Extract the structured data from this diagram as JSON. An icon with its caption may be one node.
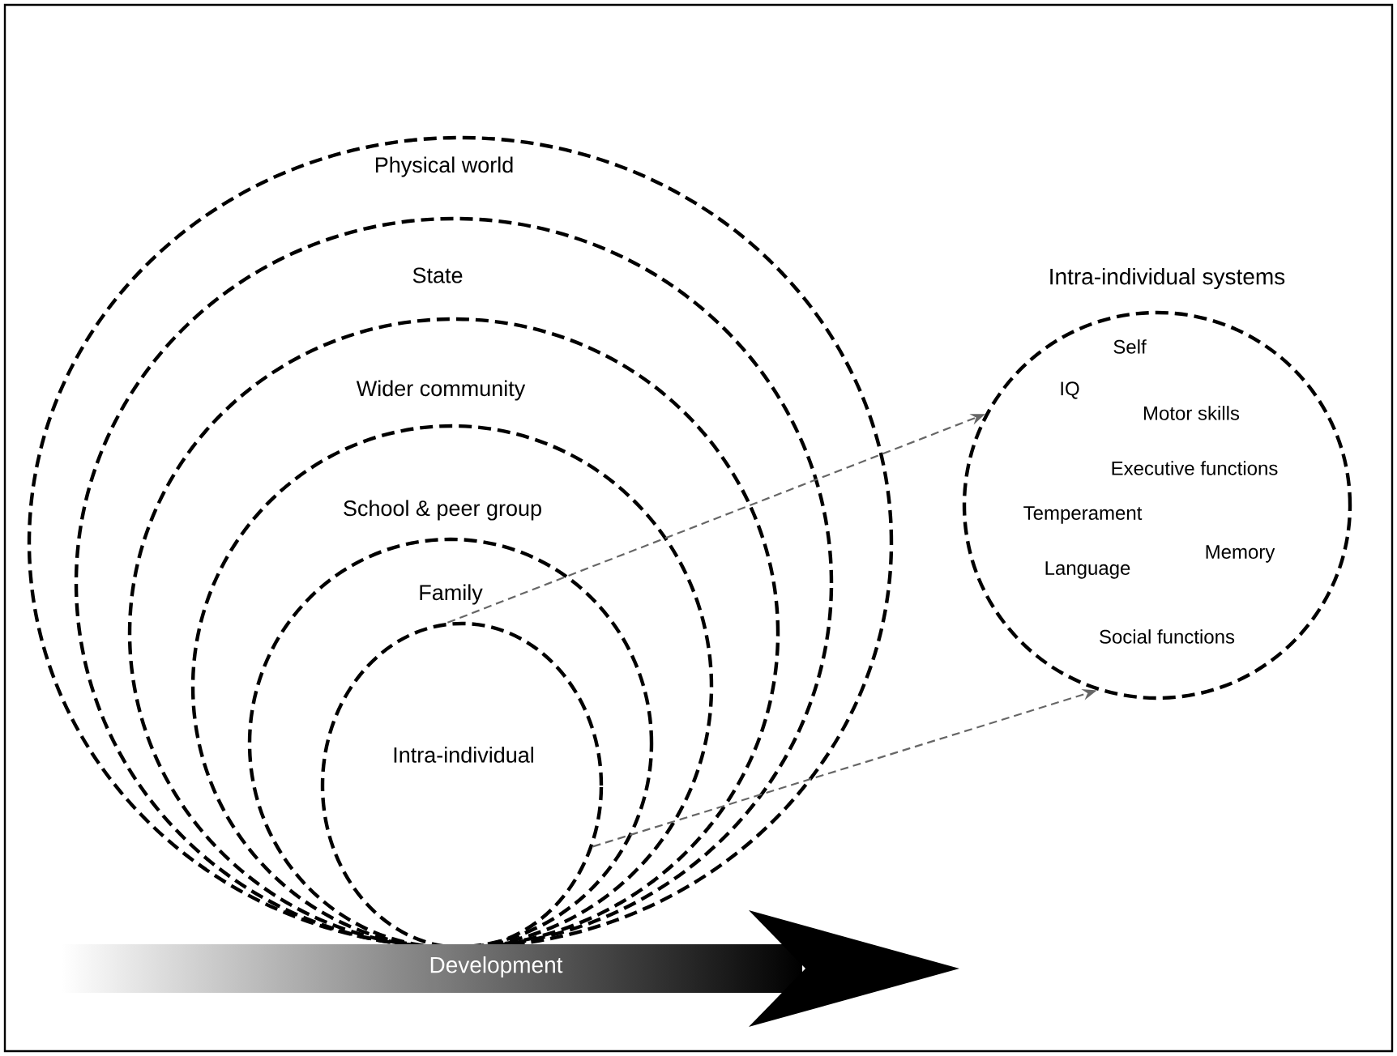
{
  "diagram": {
    "nodes": [
      {
        "text": [
          "Physical world"
        ]
      },
      {
        "text": [
          "State"
        ],
        "in": 0
      },
      {
        "text": [
          "Wider community"
        ],
        "in": 1
      },
      {
        "text": [
          "School & peer group"
        ],
        "in": 2
      },
      {
        "text": [
          "Family"
        ],
        "in": 3
      },
      {
        "text": [
          "Intra-individual"
        ],
        "in": 4
      },
      {
        "text": [
          "Intra-individual systems",
          "Self",
          "IQ",
          "Motor skills",
          "Executive functions",
          "Temperament",
          "Memory",
          "Language",
          "Social functions"
        ]
      }
    ],
    "labels": [
      "Development"
    ],
    "edges": [
      {
        "from": 5,
        "to": 6,
        "arrow": "to",
        "style": "dashed"
      },
      {
        "from": 5,
        "to": 6,
        "arrow": "to",
        "style": "dashed"
      }
    ]
  }
}
